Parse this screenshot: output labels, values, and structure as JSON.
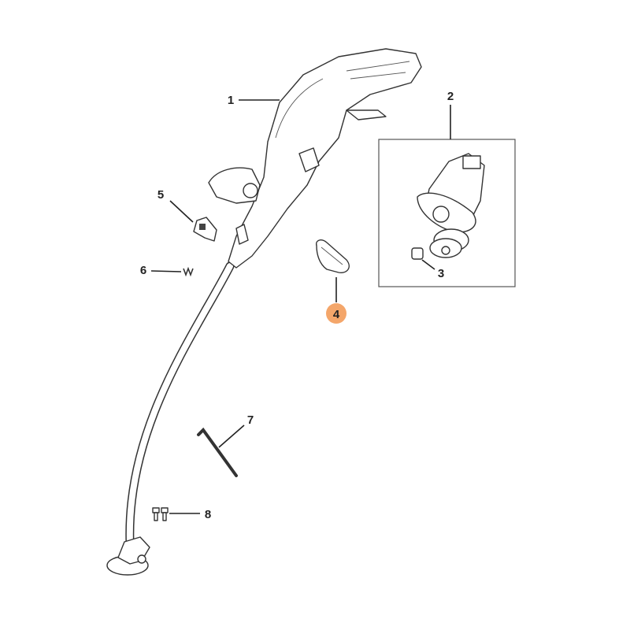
{
  "diagram": {
    "callouts": [
      {
        "number": "1",
        "part": "housing"
      },
      {
        "number": "2",
        "part": "motor-assembly"
      },
      {
        "number": "3",
        "part": "pinion"
      },
      {
        "number": "4",
        "part": "guard-cover",
        "highlighted": true
      },
      {
        "number": "5",
        "part": "switch-button"
      },
      {
        "number": "6",
        "part": "spring"
      },
      {
        "number": "7",
        "part": "hex-key"
      },
      {
        "number": "8",
        "part": "screws"
      }
    ],
    "highlight_color": "#F4A66A",
    "line_color": "#222222"
  }
}
